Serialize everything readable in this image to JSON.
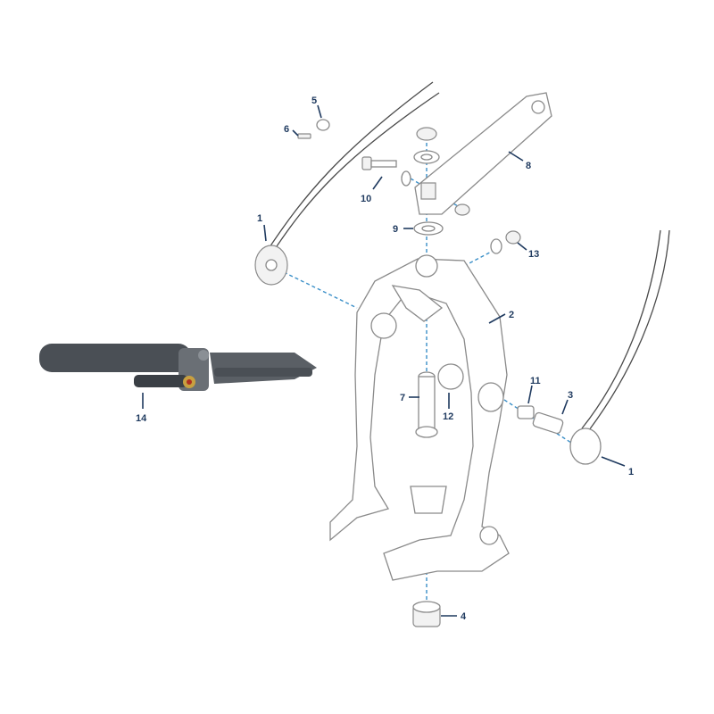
{
  "colors": {
    "callout": "#1f3a5f",
    "dashed_line": "#3a8fc8",
    "outline": "#8a8a8a",
    "cylinder_dark": "#4a4f55",
    "fitting_gold": "#c8a040",
    "fitting_red": "#b03020"
  },
  "callouts": [
    {
      "id": "c1a",
      "label": "1"
    },
    {
      "id": "c1b",
      "label": "1"
    },
    {
      "id": "c2",
      "label": "2"
    },
    {
      "id": "c3",
      "label": "3"
    },
    {
      "id": "c4",
      "label": "4"
    },
    {
      "id": "c5",
      "label": "5"
    },
    {
      "id": "c6",
      "label": "6"
    },
    {
      "id": "c7",
      "label": "7"
    },
    {
      "id": "c8",
      "label": "8"
    },
    {
      "id": "c9",
      "label": "9"
    },
    {
      "id": "c10",
      "label": "10"
    },
    {
      "id": "c11",
      "label": "11"
    },
    {
      "id": "c12",
      "label": "12"
    },
    {
      "id": "c13",
      "label": "13"
    },
    {
      "id": "c14",
      "label": "14"
    }
  ]
}
